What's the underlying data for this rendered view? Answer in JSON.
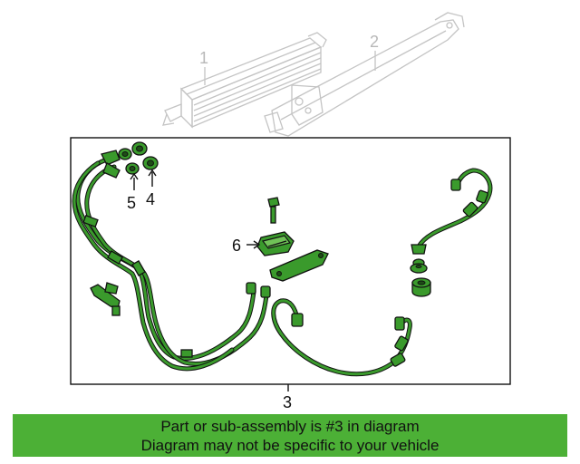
{
  "callouts": {
    "c1": "1",
    "c2": "2",
    "c3": "3",
    "c4": "4",
    "c5": "5",
    "c6": "6"
  },
  "banner": {
    "line1": "Part or sub-assembly is #3 in diagram",
    "line2": "Diagram may not be specific to your vehicle"
  },
  "colors": {
    "part_green": "#3a9a2c",
    "banner_green": "#4cb036",
    "faded_gray": "#c4c4c4"
  }
}
